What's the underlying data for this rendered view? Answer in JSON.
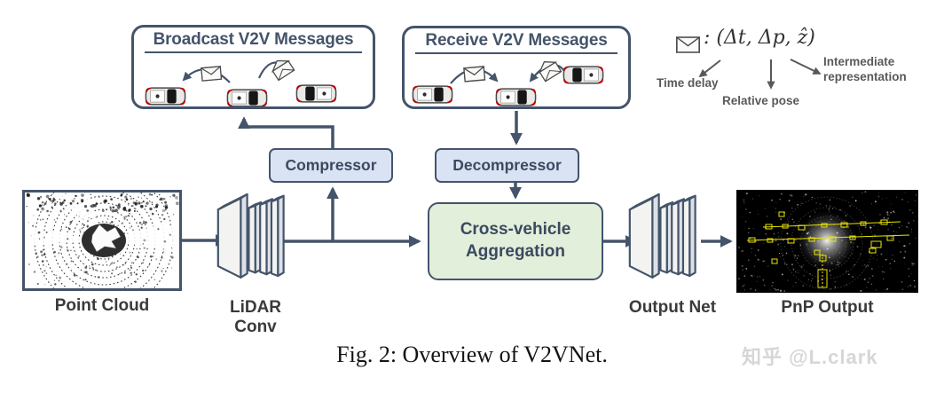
{
  "broadcast_box": {
    "title": "Broadcast V2V Messages"
  },
  "receive_box": {
    "title": "Receive V2V Messages"
  },
  "legend": {
    "formula": ": (Δt, Δp, ẑ)",
    "time_delay": "Time delay",
    "relative_pose": "Relative pose",
    "intermediate_representation": "Intermediate representation"
  },
  "blocks": {
    "compressor": "Compressor",
    "decompressor": "Decompressor",
    "aggregation": "Cross-vehicle Aggregation"
  },
  "labels": {
    "point_cloud": "Point Cloud",
    "lidar_conv": "LiDAR Conv",
    "output_net": "Output Net",
    "pnp_output": "PnP Output"
  },
  "caption": "Fig. 2: Overview of V2VNet.",
  "watermark": "知乎 @L.clark",
  "colors": {
    "accent": "#44546A",
    "box_blue_fill": "#DAE3F3",
    "box_green_fill": "#E2EFDA",
    "label_gray": "#595959",
    "detection_yellow": "#E8E500",
    "car_marker_red": "#C00000"
  }
}
